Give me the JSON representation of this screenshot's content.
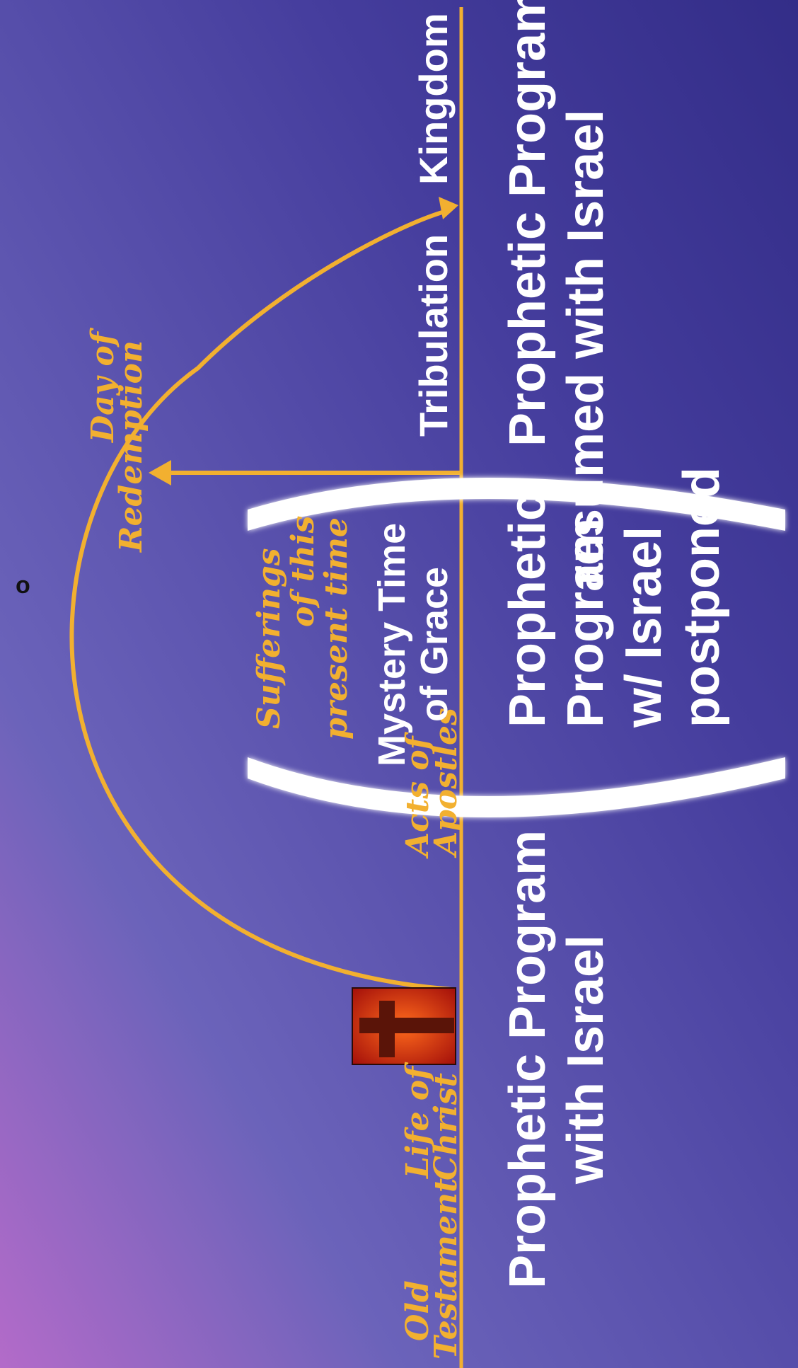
{
  "colors": {
    "background_top": "#7065b9",
    "background_bottom": "#3b3592",
    "accent_gold": "#f2b030",
    "text_white": "#ffffff",
    "cross_red": "#c81e12"
  },
  "icons": {
    "cross": "cross-icon"
  },
  "diagram": {
    "labels": {
      "old_testament": [
        "Old",
        "Testament"
      ],
      "life_of_christ": [
        "Life of",
        "Christ"
      ],
      "acts_of_apostles": [
        "Acts of",
        "Apostles"
      ],
      "sufferings": [
        "Sufferings",
        "of this",
        "present time"
      ],
      "day_of_redemption": [
        "Day of",
        "Redemption"
      ],
      "mystery": [
        "Mystery Time",
        "of Grace"
      ],
      "tribulation": "Tribulation",
      "kingdom": "Kingdom",
      "program_israel": [
        "Prophetic Program",
        "with Israel"
      ],
      "program_postponed": [
        "Prophetic",
        "Program",
        "w/ Israel",
        "postponed"
      ],
      "program_resumed": [
        "Prophetic Program",
        "resumed with Israel"
      ],
      "arc_marker": "o"
    }
  }
}
